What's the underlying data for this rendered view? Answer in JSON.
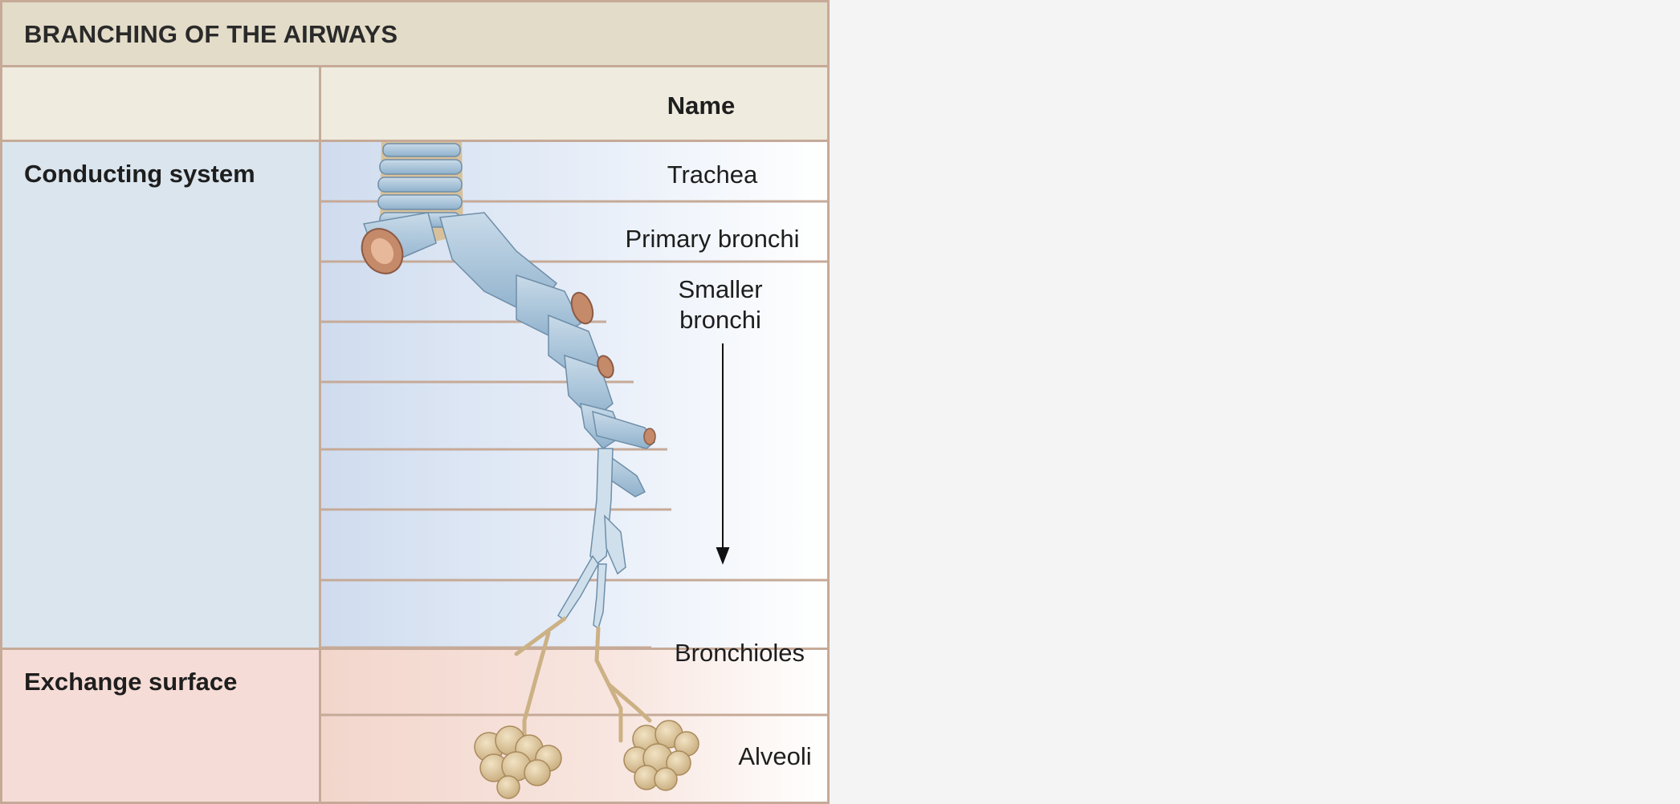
{
  "title": "BRANCHING OF THE AIRWAYS",
  "header": {
    "name_column": "Name"
  },
  "sections": {
    "conducting": "Conducting system",
    "exchange": "Exchange surface"
  },
  "airways": {
    "trachea": "Trachea",
    "primary_bronchi": "Primary bronchi",
    "smaller_bronchi_line1": "Smaller",
    "smaller_bronchi_line2": "bronchi",
    "bronchioles": "Bronchioles",
    "alveoli": "Alveoli"
  },
  "colors": {
    "border": "#c6aa98",
    "title_bg": "#e3dcc8",
    "header_bg": "#efebdf",
    "conducting_bg": "#dbe5ee",
    "exchange_bg": "#f6dcd6",
    "airway_blue": "#a9c6dc",
    "airway_tan": "#e6cfa7",
    "alveoli_tan": "#dcc59d"
  }
}
